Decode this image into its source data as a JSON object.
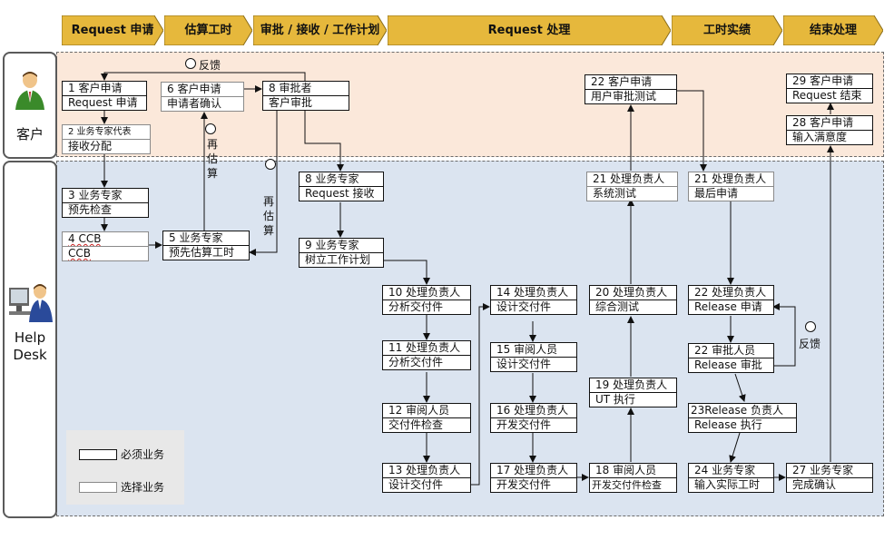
{
  "phases": [
    {
      "label": "Request 申请"
    },
    {
      "label": "估算工时"
    },
    {
      "label": "审批 / 接收 / 工作计划"
    },
    {
      "label": "Request 处理"
    },
    {
      "label": "工时实绩"
    },
    {
      "label": "结束处理"
    }
  ],
  "lanes": {
    "customer": "客户",
    "helpdesk_line1": "Help",
    "helpdesk_line2": "Desk"
  },
  "nodes": {
    "n1": [
      "1  客户申请",
      "Request 申请"
    ],
    "n2": [
      "2  业务专家代表",
      "接收分配"
    ],
    "n3": [
      "3  业务专家",
      "预先检查"
    ],
    "n4": [
      "4 CCB",
      "CCB"
    ],
    "n5": [
      "5  业务专家",
      "预先估算工时"
    ],
    "n6": [
      "6  客户申请",
      "申请者确认"
    ],
    "n8a": [
      "8  审批者",
      "客户审批"
    ],
    "n8b": [
      "8  业务专家",
      "Request 接收"
    ],
    "n9": [
      "9  业务专家",
      "树立工作计划"
    ],
    "n10": [
      "10  处理负责人",
      "分析交付件"
    ],
    "n11": [
      "11  处理负责人",
      "分析交付件"
    ],
    "n12": [
      "12  审阅人员",
      "交付件检查"
    ],
    "n13": [
      "13 处理负责人",
      "设计交付件"
    ],
    "n14": [
      "14 处理负责人",
      "设计交付件"
    ],
    "n15": [
      "15  审阅人员",
      "设计交付件"
    ],
    "n16": [
      "16 处理负责人",
      "开发交付件"
    ],
    "n17": [
      "17 处理负责人",
      "开发交付件"
    ],
    "n18": [
      "18  审阅人员",
      "开发交付件检查"
    ],
    "n19": [
      "19 处理负责人",
      "UT  执行"
    ],
    "n20": [
      "20 处理负责人",
      "综合测试"
    ],
    "n21a": [
      "21  处理负责人",
      "系统测试"
    ],
    "n21b": [
      "21 处理负责人",
      "最后申请"
    ],
    "n22a": [
      "22  客户申请",
      "用户审批测试"
    ],
    "n22b": [
      "22 处理负责人",
      "Release  申请"
    ],
    "n22c": [
      "22  审批人员",
      "Release  审批"
    ],
    "n23": [
      "23Release 负责人",
      "Release  执行"
    ],
    "n24": [
      "24  业务专家",
      "输入实际工时"
    ],
    "n27": [
      "27 业务专家",
      "完成确认"
    ],
    "n28": [
      "28 客户申请",
      "输入满意度"
    ],
    "n29": [
      "29  客户申请",
      "Request 结束"
    ]
  },
  "annotations": {
    "feedback_top": "反馈",
    "feedback_right": "反馈",
    "reestimate_1": "再估算",
    "reestimate_2": "再估算"
  },
  "legend": {
    "required": "必须业务",
    "optional": "选择业务"
  },
  "colors": {
    "phase_fill": "#e6b83c",
    "customer_zone": "#fbe8da",
    "helpdesk_zone": "#dbe4f0"
  }
}
